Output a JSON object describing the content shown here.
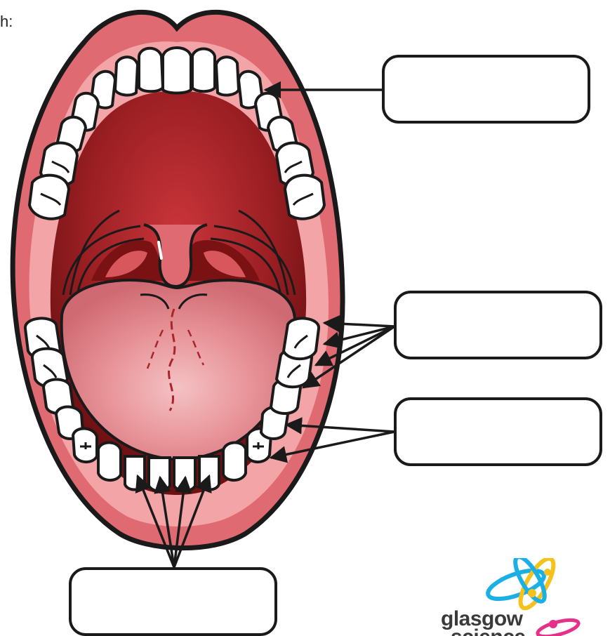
{
  "page": {
    "cut_text": "h:"
  },
  "labels": [
    {
      "id": "incisors-top",
      "text": ""
    },
    {
      "id": "molars",
      "text": ""
    },
    {
      "id": "premolars",
      "text": ""
    },
    {
      "id": "incisors-bottom",
      "text": ""
    }
  ],
  "logo": {
    "word1": "glasgow",
    "word2": "science",
    "colors": {
      "blue": "#1ab0e6",
      "yellow": "#f5c21b",
      "magenta": "#e5318a"
    }
  },
  "colors": {
    "lip": "#e06a72",
    "lip_light": "#f2a4a6",
    "mouth_dark": "#7e1416",
    "mouth_mid": "#a8262a",
    "tongue": "#e58f95",
    "outline": "#1a1a1a"
  }
}
